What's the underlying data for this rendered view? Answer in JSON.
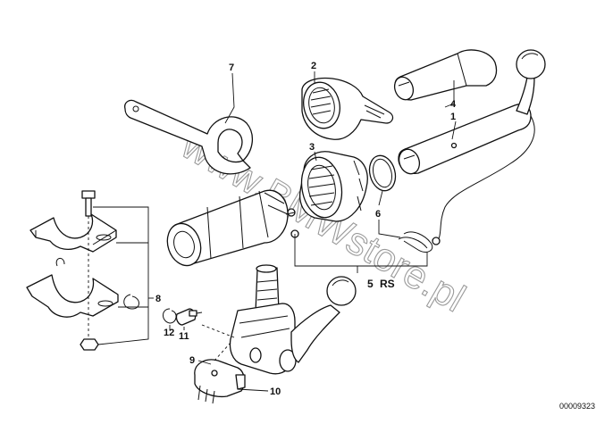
{
  "watermark": "www.BMWstore.pl",
  "document_number": "00009323",
  "callouts": [
    {
      "id": "1",
      "text": "1"
    },
    {
      "id": "2",
      "text": "2"
    },
    {
      "id": "3",
      "text": "3"
    },
    {
      "id": "4",
      "text": "4"
    },
    {
      "id": "5",
      "text": "5"
    },
    {
      "id": "rs",
      "text": "RS"
    },
    {
      "id": "6",
      "text": "6"
    },
    {
      "id": "7",
      "text": "7"
    },
    {
      "id": "8",
      "text": "8"
    },
    {
      "id": "9",
      "text": "9"
    },
    {
      "id": "10",
      "text": "10"
    },
    {
      "id": "11",
      "text": "11"
    },
    {
      "id": "12",
      "text": "12"
    }
  ],
  "parts": [
    {
      "id": "wrench",
      "icon": "spanner-icon"
    },
    {
      "id": "cap-nut",
      "icon": "cap-nut-icon"
    },
    {
      "id": "union-nut",
      "icon": "union-nut-icon"
    },
    {
      "id": "ball-bar-cover",
      "icon": "protective-cap-icon"
    },
    {
      "id": "ball-bar",
      "icon": "tow-ball-bar-icon"
    },
    {
      "id": "o-ring",
      "icon": "ring-icon"
    },
    {
      "id": "retainer-set",
      "icon": "retainer-icon"
    },
    {
      "id": "bracket-set",
      "icon": "bracket-icon"
    },
    {
      "id": "socket-assembly",
      "icon": "socket-icon"
    },
    {
      "id": "plug",
      "icon": "plug-icon"
    },
    {
      "id": "switch",
      "icon": "switch-icon"
    },
    {
      "id": "clip",
      "icon": "clip-icon"
    }
  ]
}
